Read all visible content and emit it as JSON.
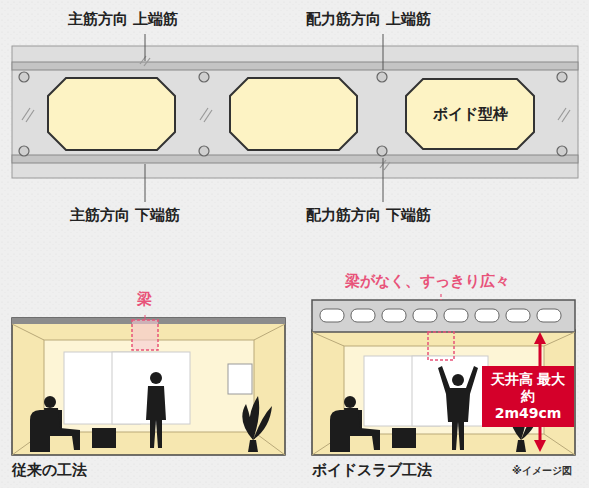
{
  "diagram": {
    "nodes": [
      {
        "text": [
          "ボイド型枠"
        ]
      },
      {
        "text": [
          "天井高 最大 約2m49cm"
        ]
      }
    ],
    "labels": [
      "主筋方向 上端筋",
      "配力筋方向 上端筋",
      "主筋方向 下端筋",
      "配力筋方向 下端筋",
      "梁",
      "梁がなく、すっきり広々",
      "従来の工法",
      "ボイドスラブ工法",
      "※イメージ図"
    ]
  }
}
